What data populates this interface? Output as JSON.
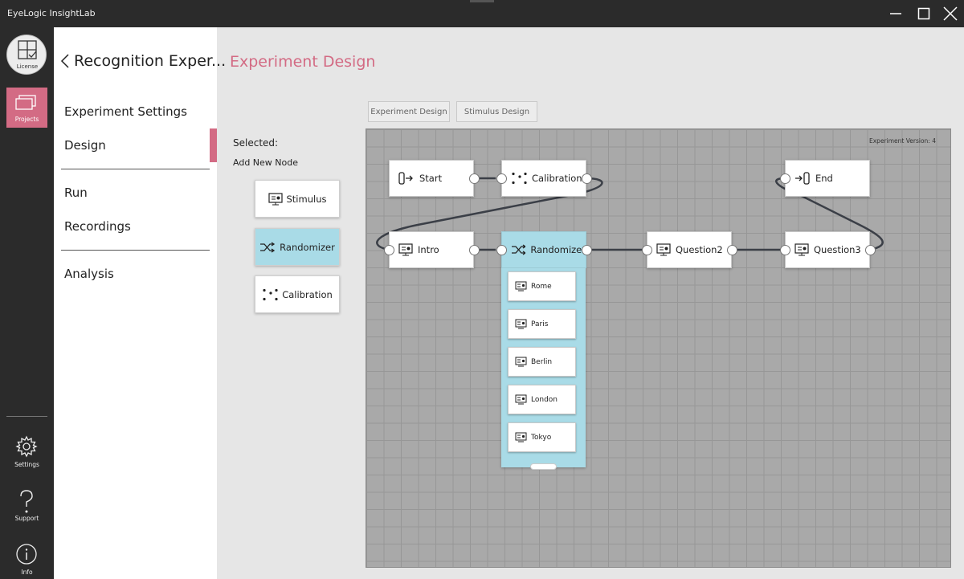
{
  "window": {
    "title": "EyeLogic InsightLab"
  },
  "rail": {
    "license_label": "License",
    "projects_label": "Projects",
    "settings_label": "Settings",
    "support_label": "Support",
    "info_label": "Info"
  },
  "nav": {
    "title": "Recognition Exper...",
    "items": [
      "Experiment Settings",
      "Design",
      "Run",
      "Recordings",
      "Analysis"
    ]
  },
  "main": {
    "title": "Experiment Design",
    "tabs": [
      "Experiment Design",
      "Stimulus Design"
    ],
    "selected_label": "Selected:",
    "add_node_label": "Add New Node",
    "palette": [
      "Stimulus",
      "Randomizer",
      "Calibration"
    ]
  },
  "canvas": {
    "version_label": "Experiment Version: 4",
    "nodes": {
      "start": "Start",
      "calibration": "Calibration",
      "end": "End",
      "intro": "Intro",
      "randomizer": "Randomizer",
      "question2": "Question2",
      "question3": "Question3"
    },
    "randomizer_children": [
      "Rome",
      "Paris",
      "Berlin",
      "London",
      "Tokyo"
    ]
  },
  "colors": {
    "accent": "#d36b84",
    "randomizer": "#a9dbe7",
    "dark": "#2b2b2b"
  }
}
